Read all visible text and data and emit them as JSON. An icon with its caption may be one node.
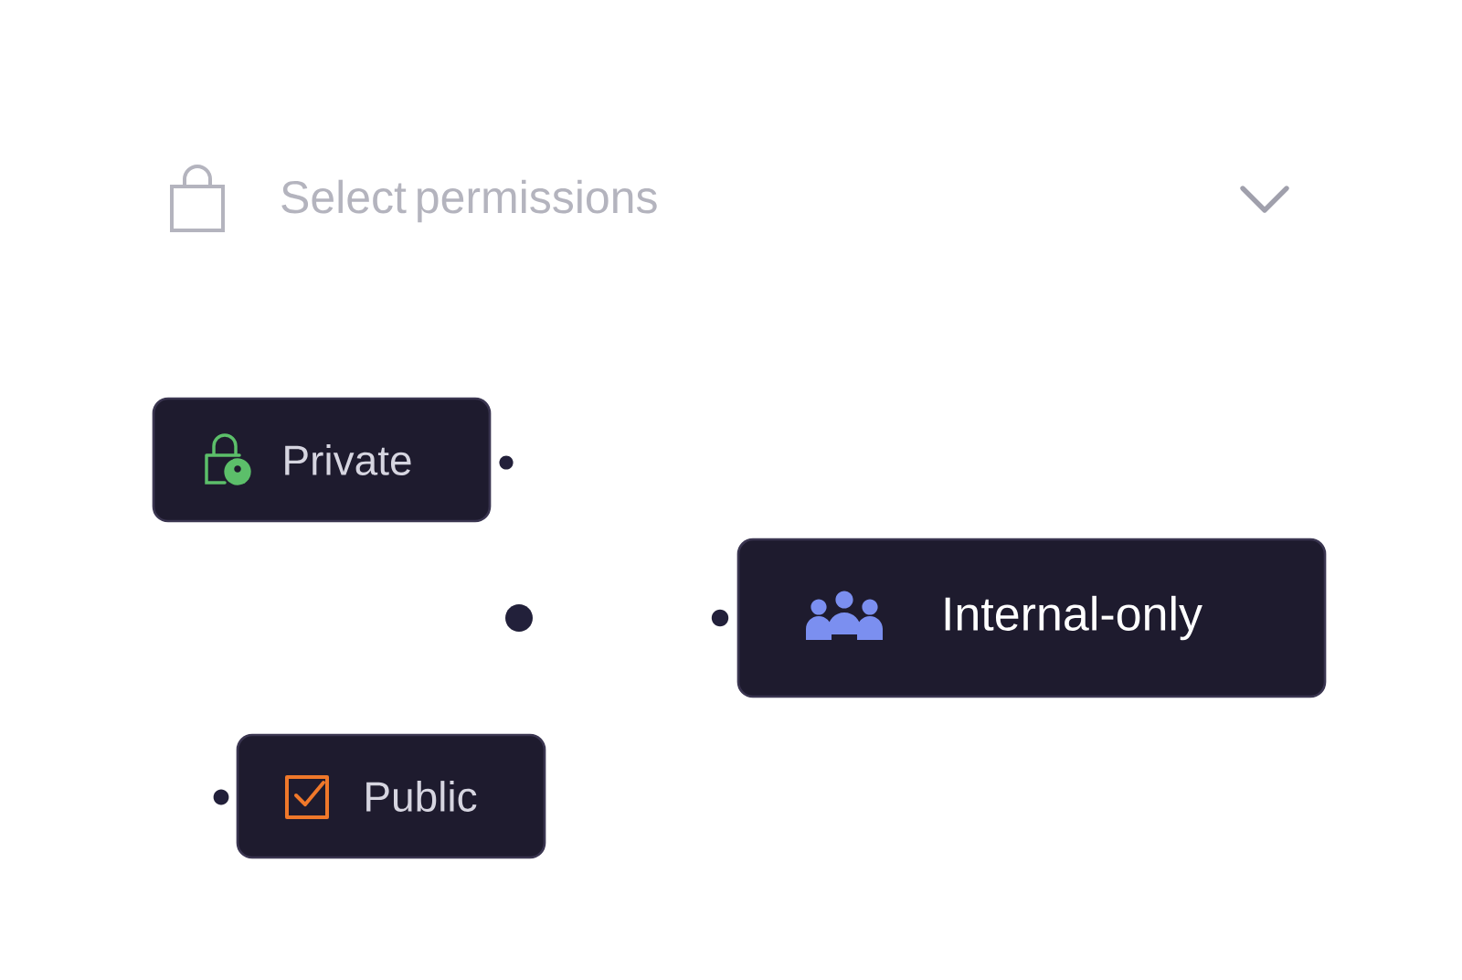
{
  "diagram": {
    "nodes": [
      {
        "text": [
          "Select permissions"
        ]
      },
      {
        "text": [
          "Private"
        ]
      },
      {
        "text": [
          "Internal-only"
        ]
      },
      {
        "text": [
          "Public"
        ]
      }
    ]
  }
}
